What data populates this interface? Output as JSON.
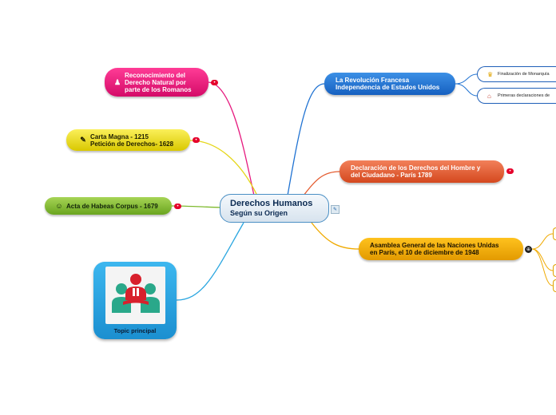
{
  "central": {
    "title": "Derechos Humanos",
    "subtitle": "Según su Origen"
  },
  "left_topics": [
    {
      "lines": [
        "Reconocimiento del",
        "Derecho Natural por",
        "parte de los Romanos"
      ],
      "icon": "chess-pawn-icon",
      "color": "#e6197e"
    },
    {
      "lines": [
        "Carta Magna - 1215",
        "Petición de Derechos- 1628"
      ],
      "icon": "pencil-icon",
      "color": "#e5d617"
    },
    {
      "lines": [
        "Acta de Habeas Corpus - 1679"
      ],
      "icon": "person-icon",
      "color": "#7fba2e"
    }
  ],
  "right_topics": [
    {
      "lines": [
        "La Revolución Francesa",
        "Independencia de Estados Unidos"
      ],
      "color": "#1f72d2"
    },
    {
      "lines": [
        "Declaración de los Derechos del Hombre y",
        "del Ciudadano - París 1789"
      ],
      "color": "#e45c30"
    },
    {
      "lines": [
        "Asamblea General de las Naciones Unidas",
        "en París, el 10 de diciembre de 1948"
      ],
      "color": "#f0aa00"
    }
  ],
  "subtopics": [
    {
      "label": "Finalización de Monarquía",
      "icon": "crown-icon"
    },
    {
      "label": "Primeras declaraciones de",
      "icon": "house-icon"
    }
  ],
  "image_topic": {
    "label": "Topic principal",
    "icon": "meeting-people-icon"
  },
  "markers": {
    "collapse": "•",
    "note": "✎",
    "multi": "⊕"
  }
}
